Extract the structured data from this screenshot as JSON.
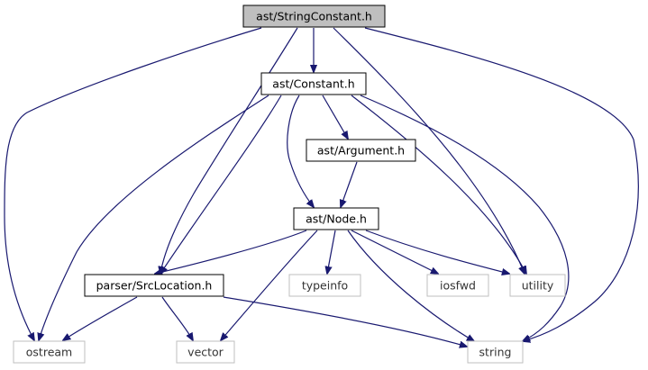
{
  "diagram": {
    "nodes": [
      {
        "id": "string_constant",
        "label": "ast/StringConstant.h",
        "kind": "root"
      },
      {
        "id": "constant",
        "label": "ast/Constant.h",
        "kind": "project"
      },
      {
        "id": "argument",
        "label": "ast/Argument.h",
        "kind": "project"
      },
      {
        "id": "node",
        "label": "ast/Node.h",
        "kind": "project"
      },
      {
        "id": "srclocation",
        "label": "parser/SrcLocation.h",
        "kind": "project"
      },
      {
        "id": "typeinfo",
        "label": "typeinfo",
        "kind": "std"
      },
      {
        "id": "iosfwd",
        "label": "iosfwd",
        "kind": "std"
      },
      {
        "id": "utility",
        "label": "utility",
        "kind": "std"
      },
      {
        "id": "ostream",
        "label": "ostream",
        "kind": "std"
      },
      {
        "id": "vector",
        "label": "vector",
        "kind": "std"
      },
      {
        "id": "string",
        "label": "string",
        "kind": "std"
      }
    ],
    "edges": [
      {
        "from": "string_constant",
        "to": "ostream"
      },
      {
        "from": "string_constant",
        "to": "srclocation"
      },
      {
        "from": "string_constant",
        "to": "constant"
      },
      {
        "from": "string_constant",
        "to": "utility"
      },
      {
        "from": "string_constant",
        "to": "string"
      },
      {
        "from": "constant",
        "to": "ostream"
      },
      {
        "from": "constant",
        "to": "srclocation"
      },
      {
        "from": "constant",
        "to": "node"
      },
      {
        "from": "constant",
        "to": "argument"
      },
      {
        "from": "constant",
        "to": "utility"
      },
      {
        "from": "constant",
        "to": "string"
      },
      {
        "from": "argument",
        "to": "node"
      },
      {
        "from": "node",
        "to": "srclocation"
      },
      {
        "from": "node",
        "to": "vector"
      },
      {
        "from": "node",
        "to": "typeinfo"
      },
      {
        "from": "node",
        "to": "iosfwd"
      },
      {
        "from": "node",
        "to": "utility"
      },
      {
        "from": "node",
        "to": "string"
      },
      {
        "from": "srclocation",
        "to": "ostream"
      },
      {
        "from": "srclocation",
        "to": "vector"
      },
      {
        "from": "srclocation",
        "to": "string"
      }
    ],
    "colors": {
      "edge": "#191970",
      "root_fill": "#bfbfbf",
      "node_border": "#000000",
      "std_border": "#bfbfbf",
      "node_fill": "#ffffff"
    }
  }
}
